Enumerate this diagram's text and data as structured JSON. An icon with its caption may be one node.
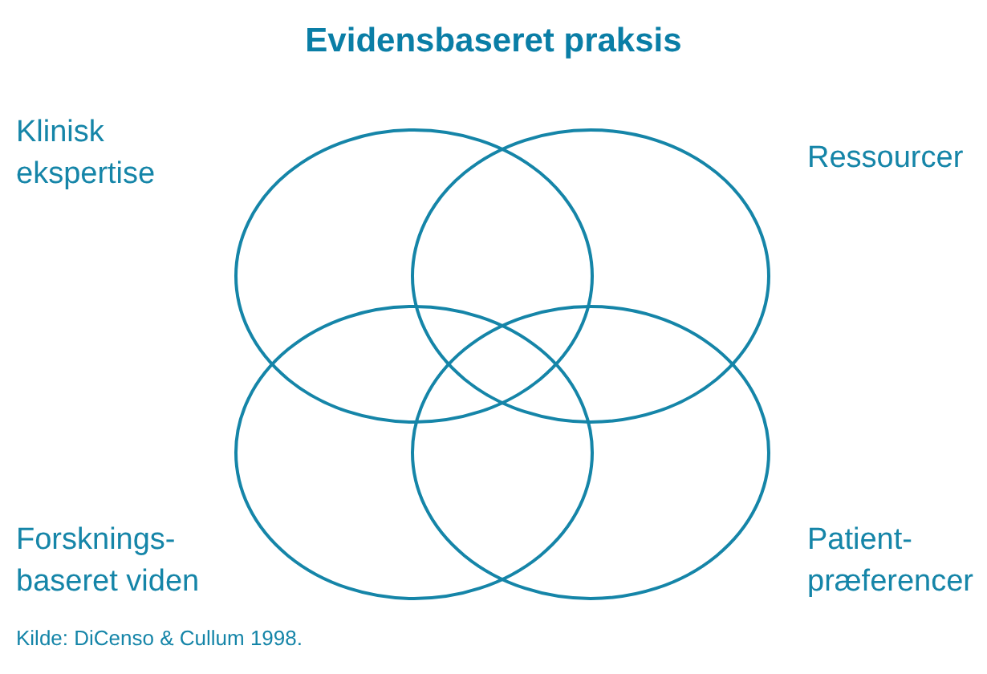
{
  "diagram": {
    "title": "Evidensbaseret praksis",
    "caption": "Kilde: DiCenso & Cullum 1998.",
    "labels": [
      "Klinisk ekspertise",
      "Ressourcer",
      "Forsknings-baseret viden",
      "Patient-præferencer"
    ]
  }
}
